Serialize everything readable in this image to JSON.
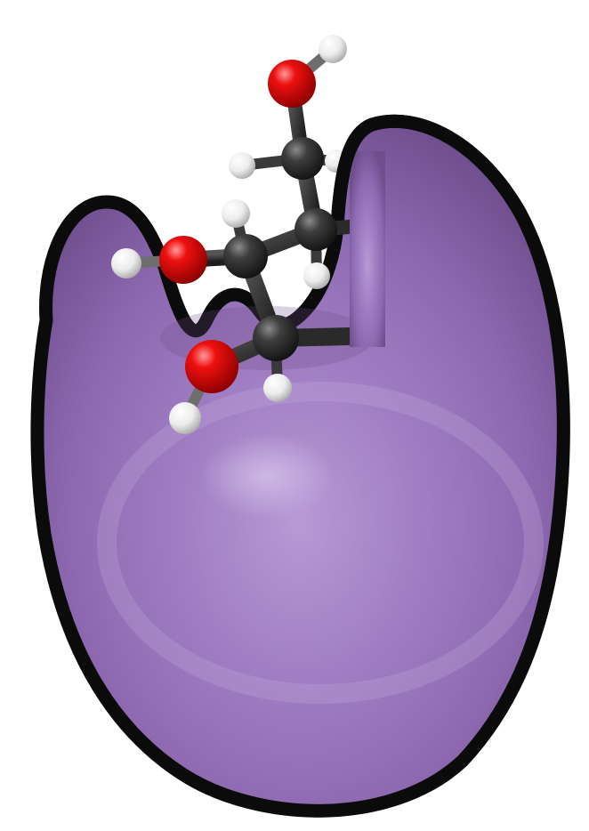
{
  "figure": {
    "subject": "binding-pocket-with-ligand",
    "colors": {
      "pocket_fill": "#9b77bb",
      "pocket_highlight": "#c2a6dd",
      "pocket_shadow": "#6c4c8a",
      "outline": "#0b0b0b",
      "carbon": "#2f2f2f",
      "oxygen": "#e00000",
      "hydrogen": "#f2f2f2",
      "bond": "#2a2a2a"
    },
    "atoms": [
      {
        "element": "O"
      },
      {
        "element": "H"
      },
      {
        "element": "C"
      },
      {
        "element": "H"
      },
      {
        "element": "H"
      },
      {
        "element": "C"
      },
      {
        "element": "H"
      },
      {
        "element": "C"
      },
      {
        "element": "H"
      },
      {
        "element": "O"
      },
      {
        "element": "H"
      },
      {
        "element": "C"
      },
      {
        "element": "H"
      },
      {
        "element": "O"
      },
      {
        "element": "H"
      }
    ]
  }
}
